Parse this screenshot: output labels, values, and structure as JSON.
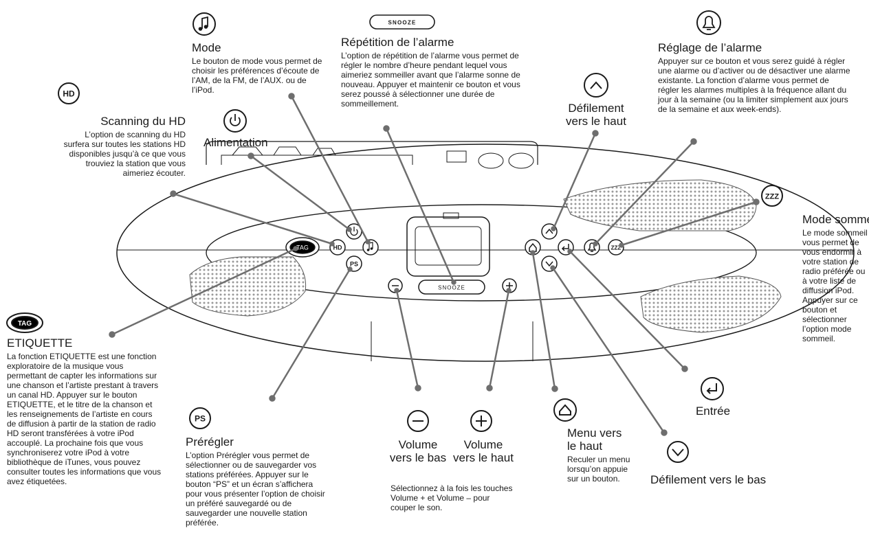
{
  "colors": {
    "ink": "#1a1a1a",
    "leader": "#6e6e6e",
    "speaker": "#bdbdbd",
    "tag_fill": "#000000"
  },
  "icons": {
    "mode": "music-note-icon",
    "snooze": "snooze-pill-icon",
    "alarm": "bell-icon",
    "hd": "hd-circle-icon",
    "power": "power-icon",
    "up": "chevron-up-icon",
    "sleep": "zzz-icon",
    "tag": "tag-oval-icon",
    "preset": "ps-circle-icon",
    "vol_down": "minus-circle-icon",
    "vol_up": "plus-circle-icon",
    "menu_up": "home-icon",
    "enter": "enter-arrow-icon",
    "down": "chevron-down-icon"
  },
  "device": {
    "snooze_label": "SNOOZE",
    "tag_label": "TAG",
    "hd_label": "HD",
    "ps_label": "PS",
    "zzz_label": "ZZZ"
  },
  "mode": {
    "title": "Mode",
    "description": "Le bouton de mode vous permet de choisir les préférences d’écoute de l’AM, de la FM, de l’AUX. ou de l’iPod."
  },
  "snooze": {
    "title": "Répétition de l’alarme",
    "description": "L’option de répétition de l’alarme vous permet de régler le nombre d’heure pendant lequel vous aimeriez sommeiller avant que l’alarme sonne de nouveau. Appuyer et maintenir ce bouton et vous serez poussé à sélectionner une durée de sommeillement."
  },
  "alarm": {
    "title": "Réglage de l’alarme",
    "description": "Appuyer sur ce bouton et vous serez guidé à régler une alarme ou d’activer ou de désactiver une alarme existante. La fonction d’alarme vous permet de régler les alarmes multiples à la fréquence allant du jour à la semaine (ou la limiter simplement aux jours de la semaine et aux week-ends)."
  },
  "hd": {
    "title": "Scanning du HD",
    "description": "L’option de scanning du HD surfera sur toutes les stations HD disponibles jusqu’à ce que vous trouviez la station que vous aimeriez écouter."
  },
  "power": {
    "title": "Alimentation"
  },
  "scroll_up": {
    "title_line1": "Défilement",
    "title_line2": "vers le haut"
  },
  "sleep": {
    "title": "Mode sommeil",
    "description": "Le mode sommeil vous permet de vous endormir à votre station de radio préférée ou à votre liste de diffusion iPod. Appuyer sur ce bouton et sélectionner l’option mode sommeil."
  },
  "tag": {
    "title": "ETIQUETTE",
    "description": "La fonction ETIQUETTE est une fonction exploratoire de la musique vous permettant de capter les informations sur une chanson et l’artiste prestant à travers un canal HD. Appuyer sur le bouton ETIQUETTE, et le titre de la chanson et les renseignements de l’artiste en cours de diffusion à partir de la station de radio HD seront transférées à votre iPod accouplé. La prochaine fois que vous synchroniserez votre iPod à votre bibliothèque de iTunes, vous pouvez consulter toutes les informations que vous avez étiquetées."
  },
  "preset": {
    "title": "Prérégler",
    "description": "L’option Prérégler vous permet de sélectionner ou de sauvegarder vos stations préférées. Appuyer sur le bouton “PS” et un écran s’affichera pour vous présenter l’option de choisir un préféré sauvegardé ou de sauvegarder une nouvelle station préférée."
  },
  "volume_down": {
    "title_line1": "Volume",
    "title_line2": "vers le bas"
  },
  "volume_up": {
    "title_line1": "Volume",
    "title_line2": "vers le haut"
  },
  "mute_note": "Sélectionnez à la fois les touches Volume + et Volume – pour couper le son.",
  "menu_up": {
    "title_line1": "Menu vers",
    "title_line2": "le haut",
    "description": "Reculer un menu lorsqu’on appuie sur un bouton."
  },
  "enter": {
    "title": "Entrée"
  },
  "scroll_down": {
    "title": "Défilement vers le bas"
  }
}
